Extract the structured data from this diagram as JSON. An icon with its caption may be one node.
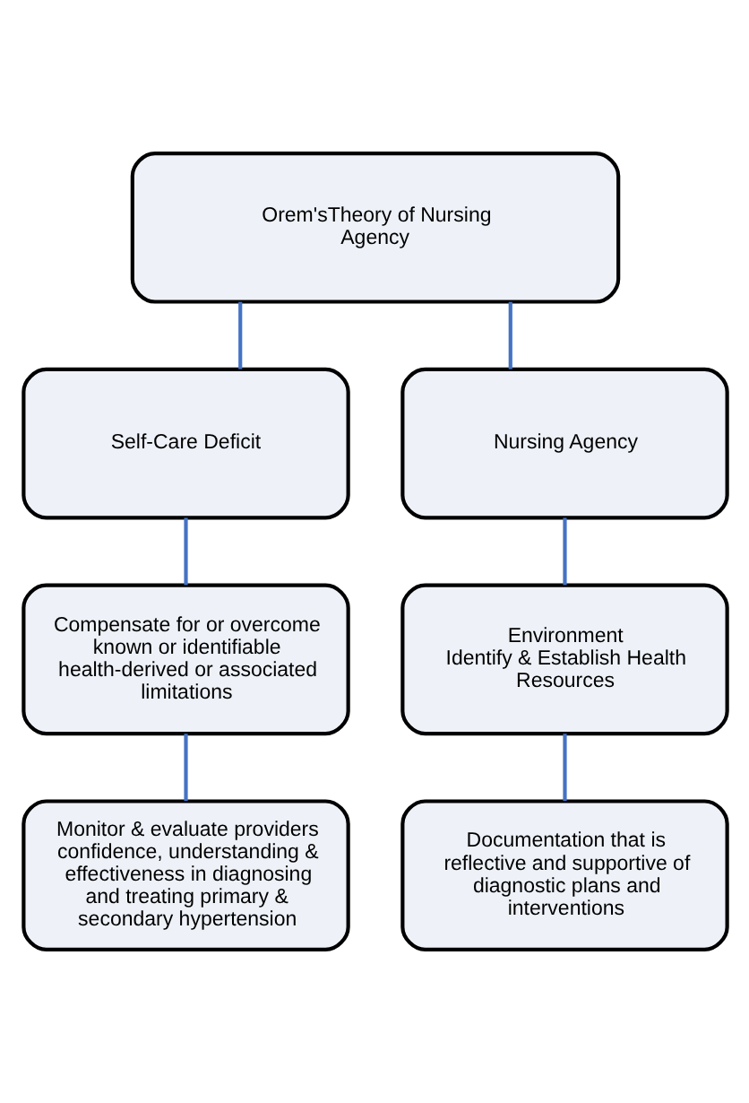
{
  "diagram": {
    "nodes": [
      {
        "text": [
          "Orem'sTheory of Nursing Agency"
        ]
      },
      {
        "text": [
          "Self-Care Deficit"
        ]
      },
      {
        "text": [
          "Nursing Agency"
        ]
      },
      {
        "text": [
          "Compensate for or overcome known or identifiable health-derived or associated limitations"
        ]
      },
      {
        "text": [
          "Environment",
          "Identify & Establish Health Resources"
        ]
      },
      {
        "text": [
          "Monitor & evaluate providers confidence, understanding & effectiveness in diagnosing and treating primary & secondary hypertension"
        ]
      },
      {
        "text": [
          "Documentation that is reflective and supportive of diagnostic plans and interventions"
        ]
      }
    ],
    "edges": [
      {
        "from": 0,
        "to": 1,
        "arrow": "none"
      },
      {
        "from": 0,
        "to": 2,
        "arrow": "none"
      },
      {
        "from": 1,
        "to": 3,
        "arrow": "none"
      },
      {
        "from": 2,
        "to": 4,
        "arrow": "none"
      },
      {
        "from": 3,
        "to": 5,
        "arrow": "none"
      },
      {
        "from": 4,
        "to": 6,
        "arrow": "none"
      }
    ]
  }
}
